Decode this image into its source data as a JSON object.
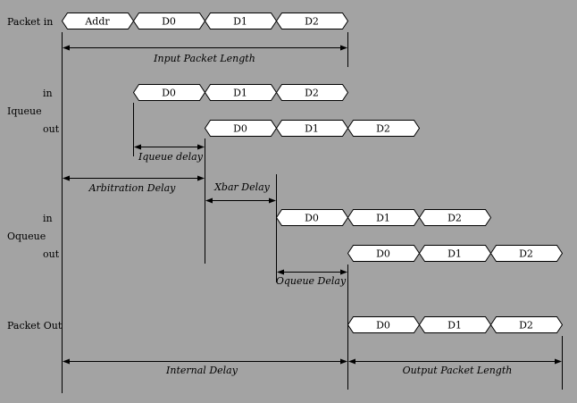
{
  "rows": {
    "packet_in": "Packet in",
    "in_1": "in",
    "iqueue": "Iqueue",
    "out_1": "out",
    "in_2": "in",
    "oqueue": "Oqueue",
    "out_2": "out",
    "packet_out": "Packet Out"
  },
  "cells": {
    "addr": "Addr",
    "d0": "D0",
    "d1": "D1",
    "d2": "D2"
  },
  "delays": {
    "input_packet_length": "Input Packet Length",
    "iqueue_delay": "Iqueue delay",
    "arbitration_delay": "Arbitration Delay",
    "xbar_delay": "Xbar Delay",
    "oqueue_delay": "Oqueue Delay",
    "internal_delay": "Internal Delay",
    "output_packet_length": "Output Packet Length"
  },
  "colors": {
    "background": "#a3a3a3",
    "cell_fill": "#ffffff",
    "ink": "#000000"
  }
}
